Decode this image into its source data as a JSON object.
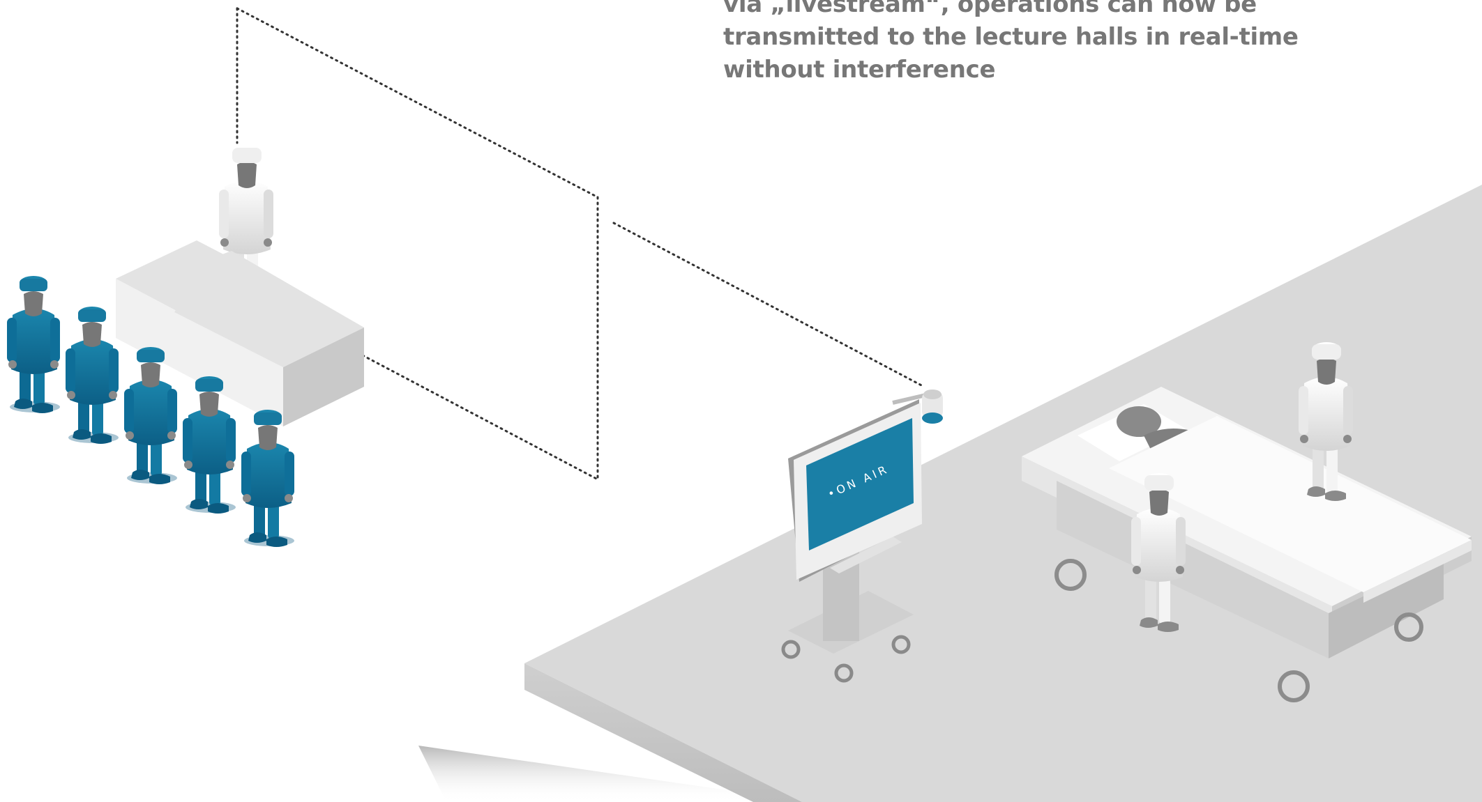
{
  "caption": {
    "lines": [
      "via „livestream“, operations can now be",
      "transmitted to the lecture halls in real-time",
      "without interference"
    ]
  },
  "monitor": {
    "screen_text": "•ON AIR"
  },
  "colors": {
    "brand_teal": "#1a7fa6",
    "staff_white": "#f2f2f2",
    "floor_gray": "#d9d9d9",
    "text_gray": "#777777"
  }
}
